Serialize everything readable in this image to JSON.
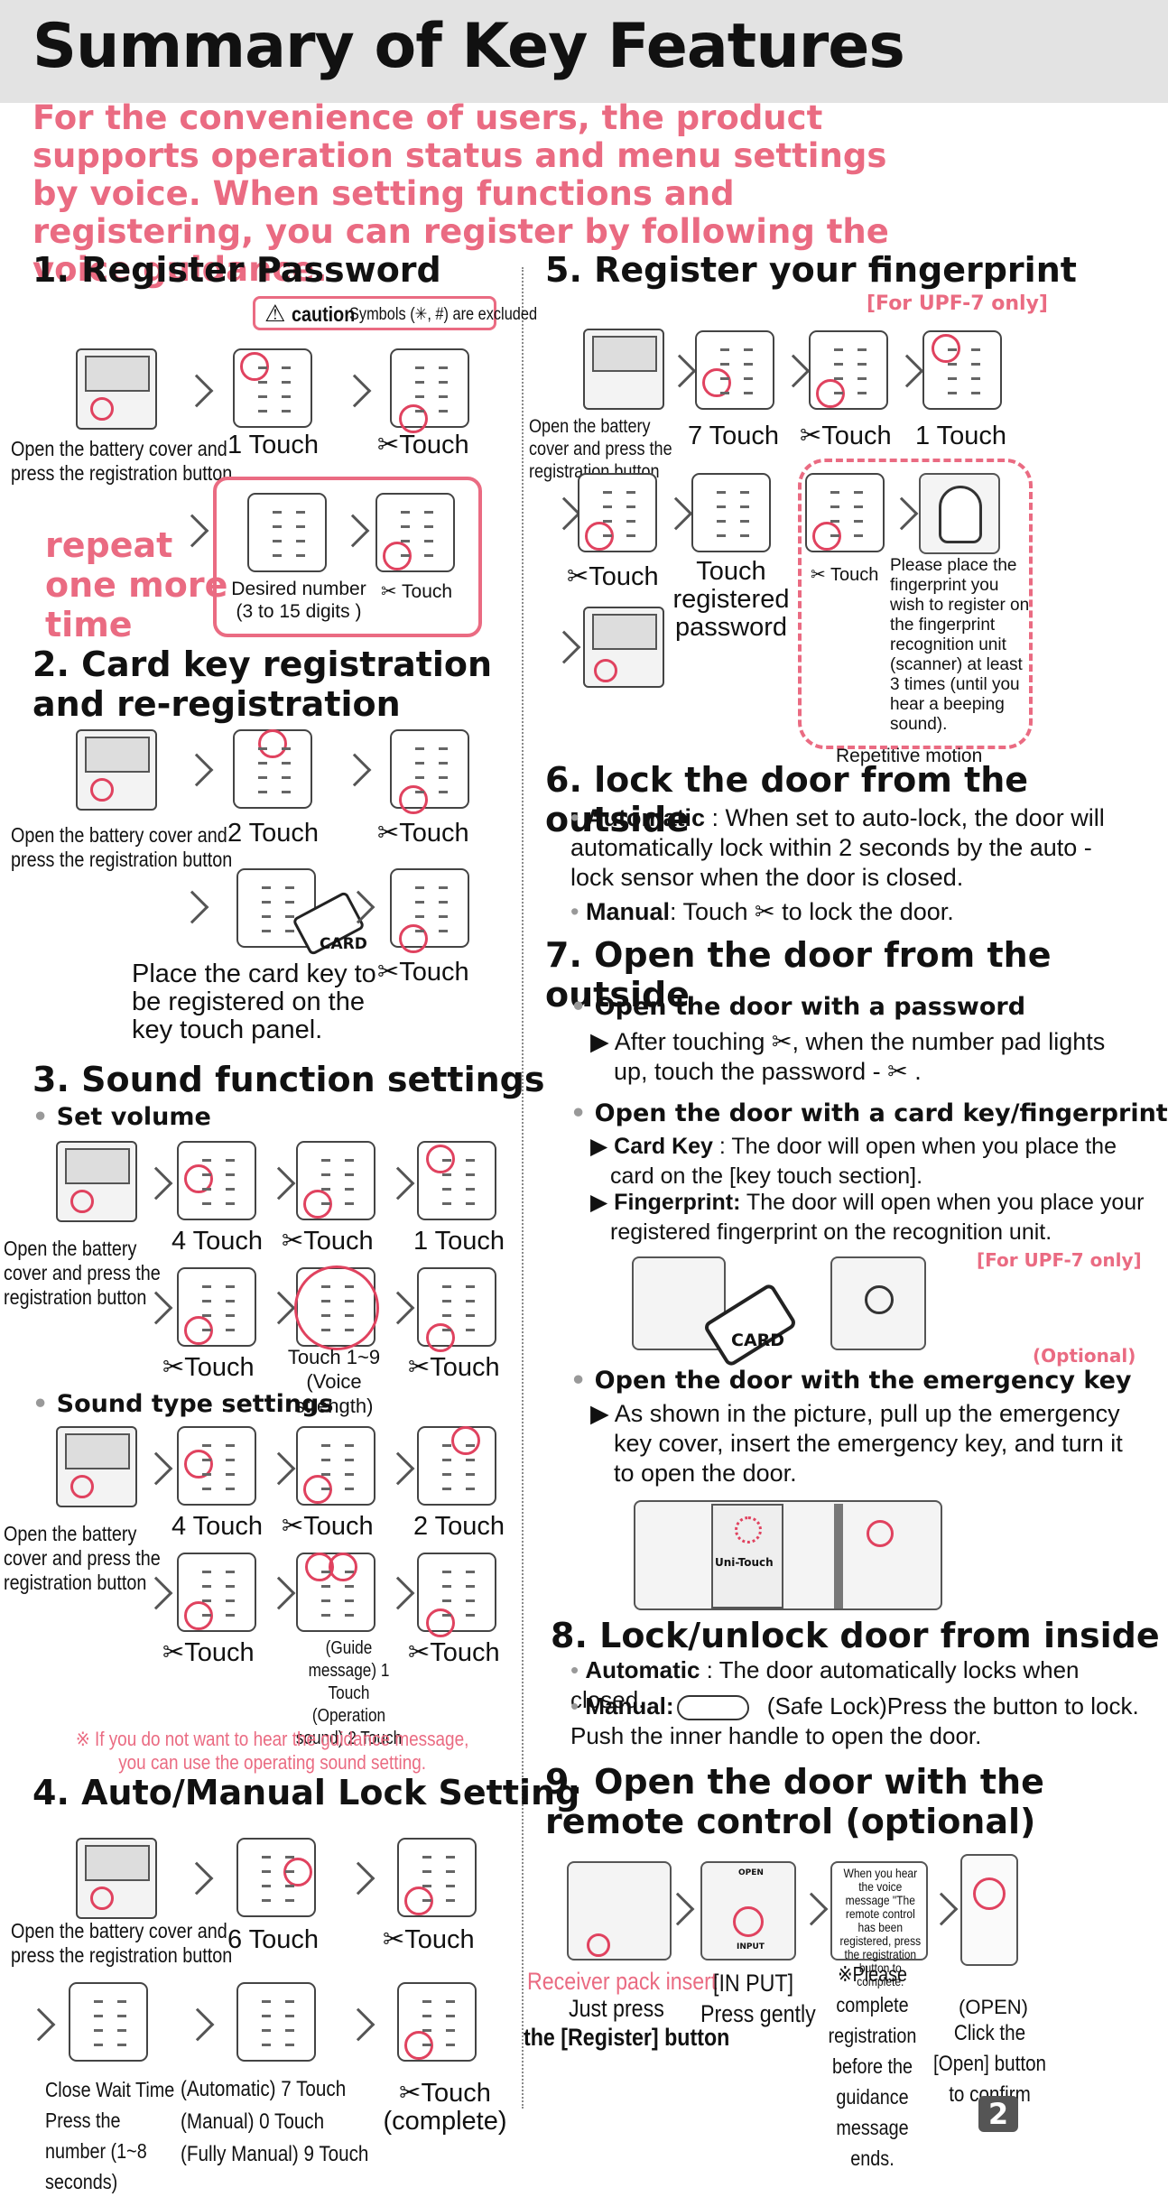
{
  "title": "Summary of Key Features",
  "intro": "For the convenience of users, the product supports operation status and menu settings by voice. When setting functions and registering, you can register by following the voice guidance.",
  "s1": {
    "heading": "1. Register Password",
    "caution_word": "caution",
    "caution_text": "Symbols (✳, #) are excluded",
    "open_label": "Open the battery cover and press the registration button",
    "touch1": "1 Touch",
    "touchX": "✂Touch",
    "repeat": "repeat one more time",
    "desired": "Desired number (3 to 15 digits )",
    "touchX_small": "✂ Touch"
  },
  "s2": {
    "heading": "2. Card key registration and re-registration",
    "open_label": "Open the battery cover and press the registration button",
    "touch2": "2 Touch",
    "touchX": "✂Touch",
    "card_word": "CARD",
    "place": "Place the card key to be registered on the key touch panel.",
    "touchX2": "✂Touch"
  },
  "s3": {
    "heading": "3. Sound function settings",
    "set_volume": "Set volume",
    "open_label": "Open the battery cover and press the registration button",
    "touch4": "4 Touch",
    "touchX": "✂Touch",
    "touch1": "1 Touch",
    "touchX2": "✂Touch",
    "touch19": "Touch 1~9 (Voice strength)",
    "touchX3": "✂Touch",
    "sound_type": "Sound type settings",
    "open_label2": "Open the battery cover and press the registration button",
    "touch4b": "4 Touch",
    "touchXb": "✂Touch",
    "touch2": "2 Touch",
    "touchXc": "✂Touch",
    "guide": "(Guide message) 1 Touch (Operation sound) 2 Touch",
    "touchXd": "✂Touch",
    "note": "※ If you do not want to hear the guidance message, you can use the operating sound setting."
  },
  "s4": {
    "heading": "4. Auto/Manual Lock Setting",
    "open_label": "Open the battery cover and press the registration button",
    "touch6": "6 Touch",
    "touchX": "✂Touch",
    "close_wait": "Close Wait Time Press the number (1~8 seconds)",
    "auto": "(Automatic) 7 Touch",
    "manual": "(Manual) 0 Touch",
    "fully": "(Fully Manual) 9 Touch",
    "complete": "✂Touch (complete)"
  },
  "s5": {
    "heading": "5. Register your fingerprint",
    "model": "[For UPF-7 only]",
    "open_label": "Open the battery cover and press the registration button",
    "touch7": "7 Touch",
    "touchX": "✂Touch",
    "touch1": "1 Touch",
    "touchX2": "✂Touch",
    "registered": "Touch registered password",
    "touchX3": "✂ Touch",
    "place": "Please place the fingerprint you wish to register on the fingerprint recognition unit (scanner) at least 3 times (until you hear a beeping sound).",
    "repetitive": "Repetitive motion"
  },
  "s6": {
    "heading": "6. lock the door from the outside",
    "auto_label": "Automatic",
    "auto_text": " : When set to auto-lock, the door will automatically lock within 2 seconds by the auto -lock sensor when the door is closed.",
    "manual_label": "Manual",
    "manual_text": ": Touch ✂ to lock the door."
  },
  "s7": {
    "heading": "7. Open the door from the outside",
    "pw_title": "Open the door with a password",
    "pw_text": "After touching ✂, when the number pad lights up, touch the password - ✂ .",
    "card_title": "Open the door with a card key/fingerprint",
    "card_label": "Card Key",
    "card_text": " : The door will open when you place the card on the [key touch section].",
    "fp_label": "Fingerprint:",
    "fp_text": " The door will open when you place your registered fingerprint on the recognition unit.",
    "model": "[For UPF-7 only]",
    "card_word": "CARD",
    "optional": "(Optional)",
    "em_title": "Open the door with the emergency key",
    "em_text": "As shown in the picture, pull up the emergency key cover, insert the emergency key, and turn it to open the door.",
    "brand": "Uni-Touch"
  },
  "s8": {
    "heading": "8. Lock/unlock door from inside",
    "auto_label": "Automatic",
    "auto_text": " : The door automatically locks when closed.",
    "manual_label": "Manual:",
    "manual_text": "(Safe Lock)Press the button to lock. Push the inner handle to open the door."
  },
  "s9": {
    "heading": "9. Open the door with the remote control (optional)",
    "receiver": "Receiver pack insert",
    "just_press": "Just press",
    "register_btn": "the [Register] button",
    "input": "[IN PUT]",
    "press_gently": "Press gently",
    "voice_msg": "When you hear the voice message \"The remote control has been registered, press the registration button to complete.",
    "complete": "※Please complete registration before the guidance message ends.",
    "open": "(OPEN)",
    "click_open": "Click the [Open] button to confirm",
    "open_word": "OPEN",
    "input_word": "INPUT"
  },
  "page_number": "2",
  "colors": {
    "accent": "#ea6b82",
    "header_bg": "#e3e3e3",
    "circle": "#e0425f"
  }
}
